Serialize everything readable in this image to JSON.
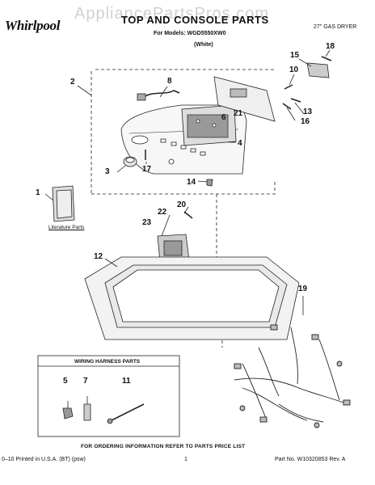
{
  "watermark": "AppliancePartsPros.com",
  "header": {
    "brand": "Whirlpool",
    "title": "TOP AND CONSOLE PARTS",
    "models": "For Models: WGD5550XW0",
    "color": "(White)",
    "product_type": "27\" GAS DRYER"
  },
  "callouts": [
    "1",
    "2",
    "3",
    "4",
    "5",
    "6",
    "7",
    "8",
    "10",
    "11",
    "12",
    "13",
    "14",
    "15",
    "16",
    "17",
    "18",
    "19",
    "20",
    "21",
    "22",
    "23"
  ],
  "literature_label": "Literature Parts",
  "harness_box_title": "WIRING HARNESS PARTS",
  "footer": {
    "note": "FOR ORDERING INFORMATION REFER TO PARTS PRICE LIST",
    "printed": "0–10 Printed in U.S.A. (BT) (psw)",
    "page": "1",
    "part_no": "Part No. W10320853 Rev. A"
  }
}
